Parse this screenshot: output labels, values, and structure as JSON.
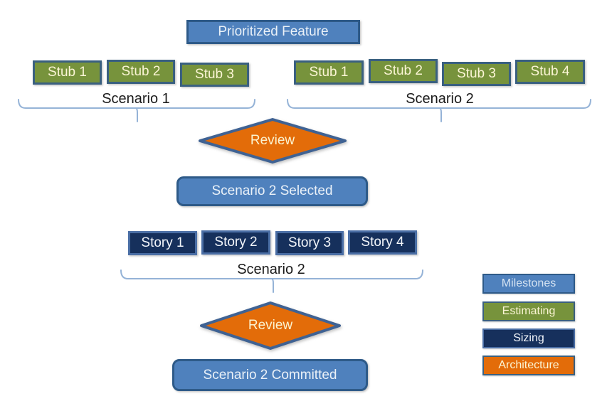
{
  "title_box": {
    "label": "Prioritized Feature"
  },
  "scenario1": {
    "label": "Scenario 1",
    "stubs": [
      "Stub 1",
      "Stub 2",
      "Stub 3"
    ]
  },
  "scenario2": {
    "label": "Scenario 2",
    "stubs": [
      "Stub 1",
      "Stub 2",
      "Stub 3",
      "Stub 4"
    ]
  },
  "review1": {
    "label": "Review"
  },
  "selected_box": {
    "label": "Scenario 2 Selected"
  },
  "stories": {
    "label": "Scenario 2",
    "items": [
      "Story 1",
      "Story 2",
      "Story 3",
      "Story 4"
    ]
  },
  "review2": {
    "label": "Review"
  },
  "committed_box": {
    "label": "Scenario 2 Committed"
  },
  "legend": {
    "items": [
      {
        "label": "Milestones",
        "color": "#4F81BD"
      },
      {
        "label": "Estimating",
        "color": "#77933C"
      },
      {
        "label": "Sizing",
        "color": "#16305C"
      },
      {
        "label": "Architecture",
        "color": "#E36C09"
      }
    ]
  },
  "palette": {
    "milestone_blue": "#4F81BD",
    "estimating_green": "#77933C",
    "sizing_navy": "#16305C",
    "architecture_orange": "#E36C09",
    "dark_blue_border": "#2E5A88",
    "slate_border": "#3A6080",
    "light_navy_border": "#4A6EA5",
    "brace_blue": "#95B3D7",
    "diamond_text": "#FBF3D0"
  }
}
